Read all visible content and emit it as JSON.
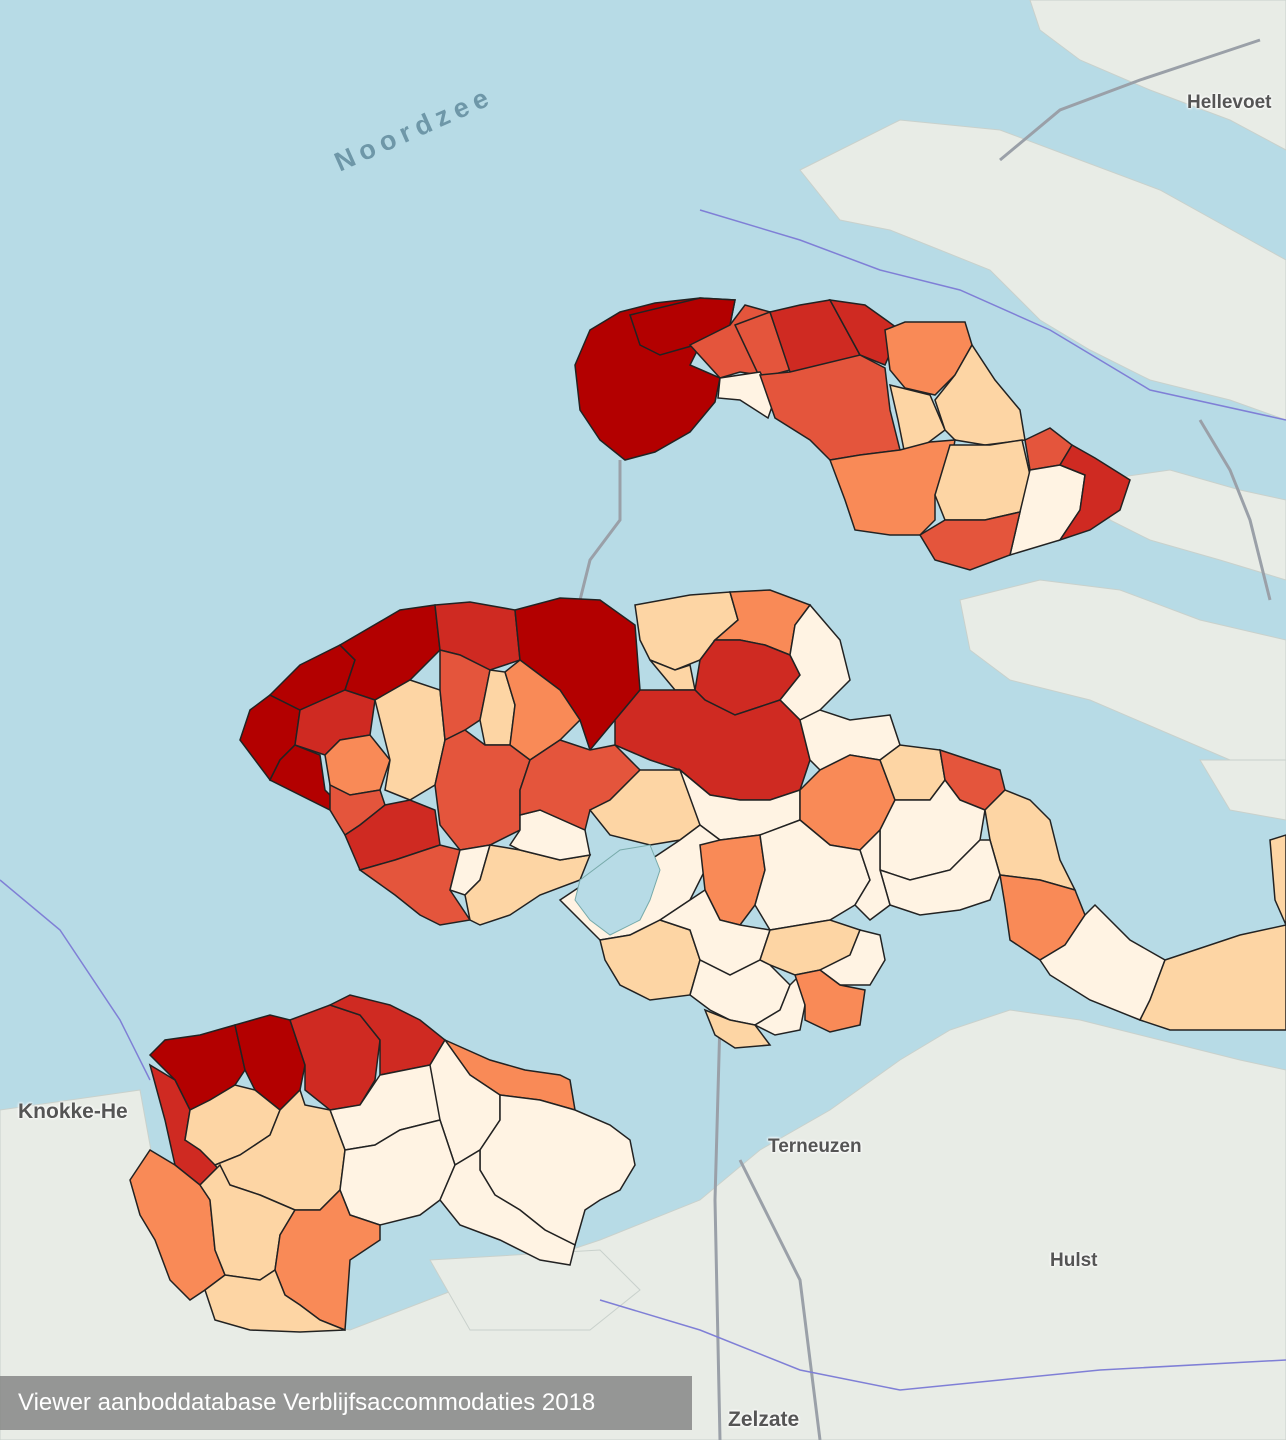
{
  "labels": {
    "sea": "Noordzee",
    "hellevoetsluis": "Hellevoet",
    "knokke": "Knokke-He",
    "terneuzen": "Terneuzen",
    "hulst": "Hulst",
    "zelzate": "Zelzate"
  },
  "caption": "Viewer aanboddatabase Verblijfsaccommodaties 2018",
  "colors": {
    "water": "#b7dbe6",
    "land": "#e8ece6",
    "class1": "#fff3e3",
    "class2": "#fdd5a4",
    "class3": "#f98a57",
    "class4": "#e4553c",
    "class5": "#cf2a22",
    "class6": "#b30000"
  }
}
